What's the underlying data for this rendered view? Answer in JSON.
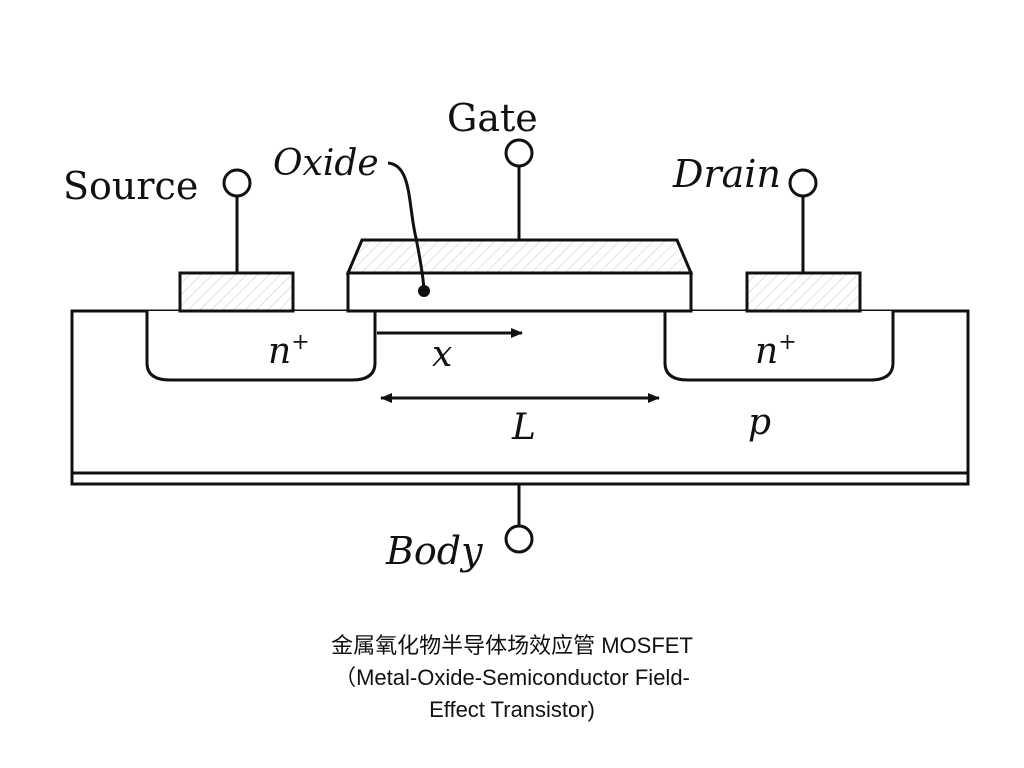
{
  "diagram": {
    "terminals": {
      "gate": "Gate",
      "source": "Source",
      "drain": "Drain",
      "body": "Body"
    },
    "oxide_label": "Oxide",
    "regions": {
      "source_well": "n",
      "drain_well": "n",
      "well_superscript": "+",
      "substrate": "p"
    },
    "dimensions": {
      "position": "x",
      "channel_length": "L"
    }
  },
  "caption": {
    "line1": "金属氧化物半导体场效应管 MOSFET",
    "line2": "（Metal-Oxide-Semiconductor Field-",
    "line3": "Effect Transistor)"
  }
}
